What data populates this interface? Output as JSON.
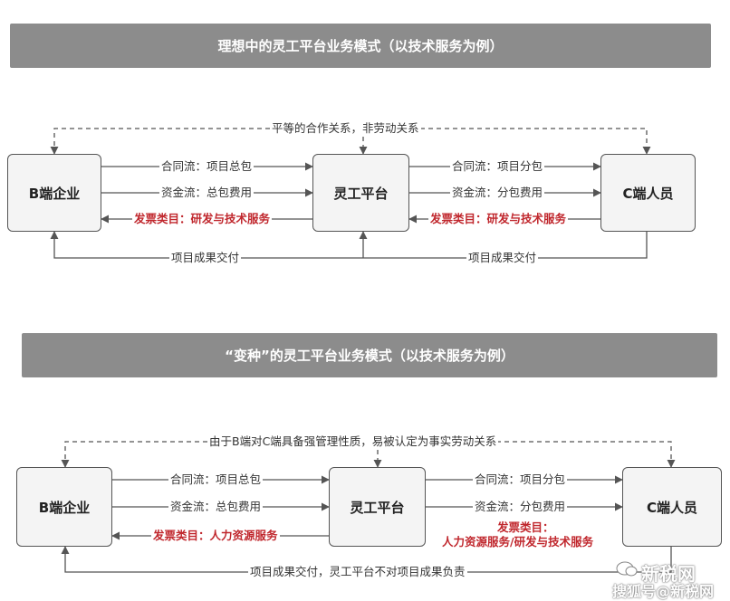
{
  "section1": {
    "title": "理想中的灵工平台业务模式（以技术服务为例）",
    "node_b": "B端企业",
    "node_platform": "灵工平台",
    "node_c": "C端人员",
    "top_relation": "平等的合作关系，非劳动关系",
    "left_contract": "合同流：项目总包",
    "left_fund": "资金流：总包费用",
    "left_invoice": "发票类目：研发与技术服务",
    "right_contract": "合同流：项目分包",
    "right_fund": "资金流：分包费用",
    "right_invoice": "发票类目：研发与技术服务",
    "bottom_left": "项目成果交付",
    "bottom_right": "项目成果交付"
  },
  "section2": {
    "title": "“变种”的灵工平台业务模式（以技术服务为例）",
    "node_b": "B端企业",
    "node_platform": "灵工平台",
    "node_c": "C端人员",
    "top_relation": "由于B端对C端具备强管理性质，易被认定为事实劳动关系",
    "left_contract": "合同流：项目总包",
    "left_fund": "资金流：总包费用",
    "left_invoice": "发票类目：人力资源服务",
    "right_contract": "合同流：项目分包",
    "right_fund": "资金流：分包费用",
    "right_invoice_line1": "发票类目：",
    "right_invoice_line2": "人力资源服务/研发与技术服务",
    "bottom": "项目成果交付，灵工平台不对项目成果负责"
  },
  "watermark": {
    "line1": "新税网",
    "line2": "搜狐号@新税网"
  },
  "colors": {
    "banner": "#8c8c8c",
    "box_fill": "#f4f4f4",
    "invoice_red": "#c0272d",
    "line": "#555555"
  }
}
